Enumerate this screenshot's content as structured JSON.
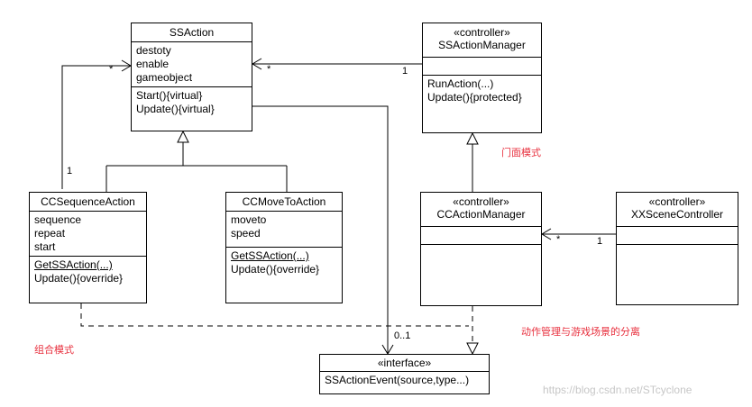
{
  "classes": {
    "ssaction": {
      "name": "SSAction",
      "attributes": [
        "destoty",
        "enable",
        "gameobject"
      ],
      "methods": [
        "Start(){virtual}",
        "Update(){virtual}"
      ]
    },
    "ssactionmanager": {
      "stereotype": "«controller»",
      "name": "SSActionManager",
      "methods": [
        "RunAction(...)",
        "Update(){protected}"
      ]
    },
    "ccsequenceaction": {
      "name": "CCSequenceAction",
      "attributes": [
        "sequence",
        "repeat",
        "start"
      ],
      "methods": [
        "GetSSAction(...)",
        "Update(){override}"
      ]
    },
    "ccmovetoaction": {
      "name": "CCMoveToAction",
      "attributes": [
        "moveto",
        "speed"
      ],
      "methods": [
        "GetSSAction(...)",
        "Update(){override}"
      ]
    },
    "ccactionmanager": {
      "stereotype": "«controller»",
      "name": "CCActionManager"
    },
    "xxscenecontroller": {
      "stereotype": "«controller»",
      "name": "XXSceneController"
    },
    "ssactionevent": {
      "stereotype": "«interface»",
      "methods": [
        "SSActionEvent(source,type...)"
      ]
    }
  },
  "multiplicities": {
    "seq_to_ssaction_top": "*",
    "seq_to_ssaction_bottom": "1",
    "mgr_to_ssaction_arrow": "*",
    "mgr_to_ssaction_tail": "1",
    "scene_to_ccmgr_arrow": "*",
    "scene_to_ccmgr_tail": "1",
    "to_interface": "0..1"
  },
  "notes": {
    "facade": "门面模式",
    "separation": "动作管理与游戏场景的分离",
    "composite": "组合模式"
  },
  "watermark": "https://blog.csdn.net/STcyclone",
  "colors": {
    "note": "#e8313f",
    "line": "#000000",
    "watermark": "#c7c7c7"
  }
}
